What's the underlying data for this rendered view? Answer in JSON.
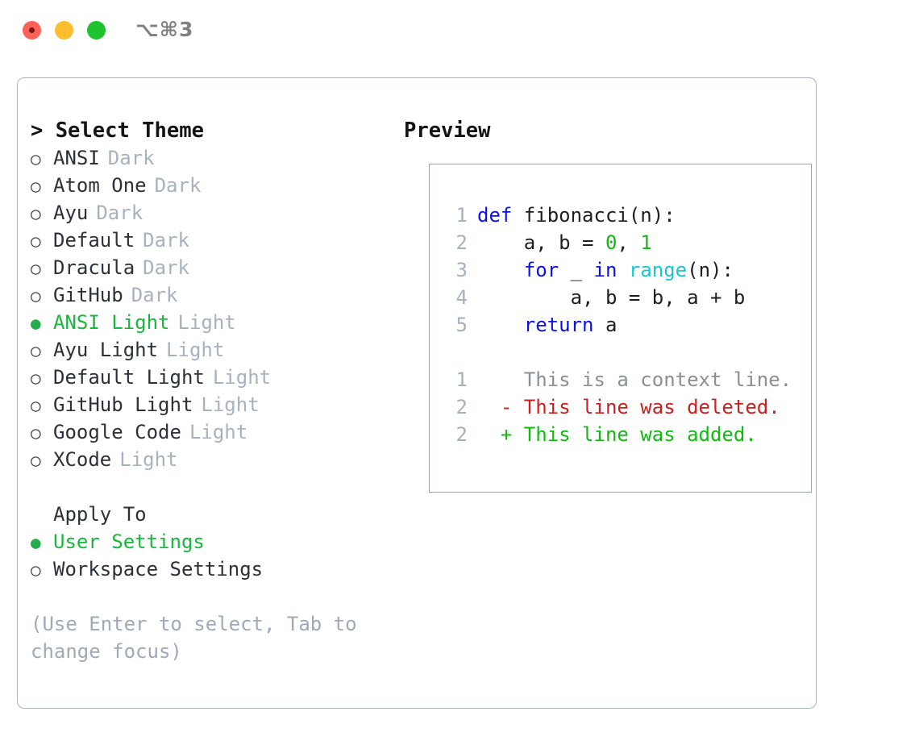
{
  "window": {
    "shortcut_label": "⌥⌘3",
    "traffic_lights": [
      "close-button",
      "minimize-button",
      "maximize-button"
    ]
  },
  "theme_panel": {
    "heading": "> Select Theme",
    "selected_theme": "ANSI Light",
    "bullet_on": "●",
    "bullet_off": "○",
    "accent_color": "#18b83c",
    "themes": [
      {
        "name": "ANSI",
        "kind": "Dark",
        "selected": false
      },
      {
        "name": "Atom One",
        "kind": "Dark",
        "selected": false
      },
      {
        "name": "Ayu",
        "kind": "Dark",
        "selected": false
      },
      {
        "name": "Default",
        "kind": "Dark",
        "selected": false
      },
      {
        "name": "Dracula",
        "kind": "Dark",
        "selected": false
      },
      {
        "name": "GitHub",
        "kind": "Dark",
        "selected": false
      },
      {
        "name": "ANSI Light",
        "kind": "Light",
        "selected": true
      },
      {
        "name": "Ayu Light",
        "kind": "Light",
        "selected": false
      },
      {
        "name": "Default Light",
        "kind": "Light",
        "selected": false
      },
      {
        "name": "GitHub Light",
        "kind": "Light",
        "selected": false
      },
      {
        "name": "Google Code",
        "kind": "Light",
        "selected": false
      },
      {
        "name": "XCode",
        "kind": "Light",
        "selected": false
      }
    ]
  },
  "apply_to": {
    "heading": "Apply To",
    "options": [
      {
        "label": "User Settings",
        "selected": true
      },
      {
        "label": "Workspace Settings",
        "selected": false
      }
    ]
  },
  "hint": "(Use Enter to select, Tab to change focus)",
  "preview": {
    "heading": "Preview",
    "code_lines": [
      {
        "num": "1",
        "tokens": [
          {
            "t": "def",
            "c": "kw"
          },
          {
            "t": " fibonacci(n):",
            "c": "txt"
          }
        ]
      },
      {
        "num": "2",
        "tokens": [
          {
            "t": "    a, b = ",
            "c": "txt"
          },
          {
            "t": "0",
            "c": "num"
          },
          {
            "t": ", ",
            "c": "txt"
          },
          {
            "t": "1",
            "c": "num"
          }
        ]
      },
      {
        "num": "3",
        "tokens": [
          {
            "t": "    ",
            "c": "txt"
          },
          {
            "t": "for",
            "c": "kw"
          },
          {
            "t": " _ ",
            "c": "txt"
          },
          {
            "t": "in",
            "c": "kw"
          },
          {
            "t": " ",
            "c": "txt"
          },
          {
            "t": "range",
            "c": "fn"
          },
          {
            "t": "(n):",
            "c": "txt"
          }
        ]
      },
      {
        "num": "4",
        "tokens": [
          {
            "t": "        a, b = b, a + b",
            "c": "txt"
          }
        ]
      },
      {
        "num": "5",
        "tokens": [
          {
            "t": "    ",
            "c": "txt"
          },
          {
            "t": "return",
            "c": "kw"
          },
          {
            "t": " a",
            "c": "txt"
          }
        ]
      }
    ],
    "diff_lines": [
      {
        "num": "1",
        "marker": " ",
        "text": "This is a context line.",
        "kind": "ctx"
      },
      {
        "num": "2",
        "marker": "-",
        "text": "This line was deleted.",
        "kind": "del"
      },
      {
        "num": "2",
        "marker": "+",
        "text": "This line was added.",
        "kind": "add"
      }
    ]
  }
}
